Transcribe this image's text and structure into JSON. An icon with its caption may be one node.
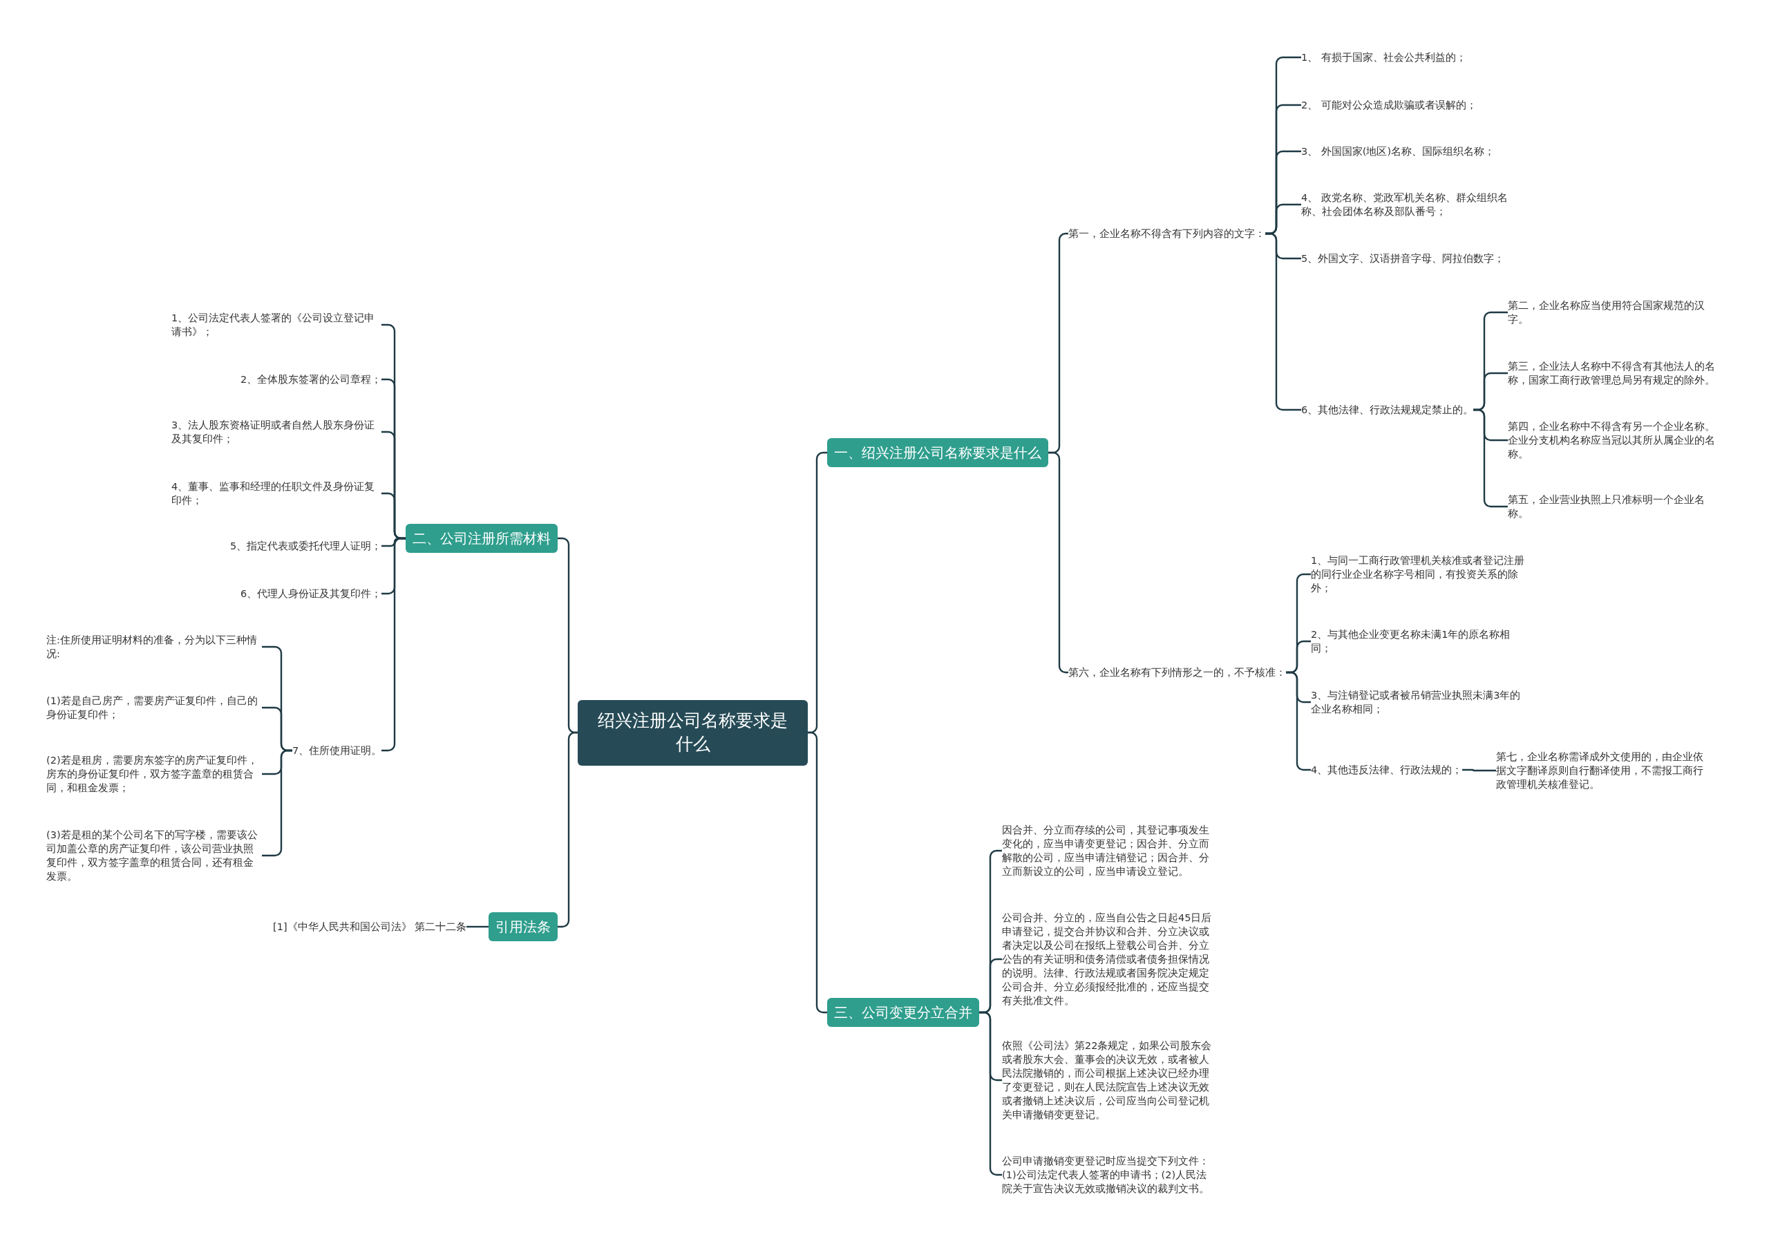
{
  "diagram": {
    "nodes": [
      {
        "text": [
          "绍兴注册公司名称要求是什么"
        ]
      },
      {
        "text": [
          "一、绍兴注册公司名称要求是什么"
        ]
      },
      {
        "text": [
          "第一，企业名称不得含有下列内容的文字："
        ]
      },
      {
        "text": [
          "1、 有损于国家、社会公共利益的；"
        ]
      },
      {
        "text": [
          "2、 可能对公众造成欺骗或者误解的；"
        ]
      },
      {
        "text": [
          "3、 外国国家(地区)名称、国际组织名称；"
        ]
      },
      {
        "text": [
          "4、 政党名称、党政军机关名称、群众组织名称、社会团体名称及部队番号；"
        ]
      },
      {
        "text": [
          "5、外国文字、汉语拼音字母、阿拉伯数字；"
        ]
      },
      {
        "text": [
          "6、其他法律、行政法规规定禁止的。"
        ]
      },
      {
        "text": [
          "第二，企业名称应当使用符合国家规范的汉字。"
        ]
      },
      {
        "text": [
          "第三，企业法人名称中不得含有其他法人的名称，国家工商行政管理总局另有规定的除外。"
        ]
      },
      {
        "text": [
          "第四，企业名称中不得含有另一个企业名称。企业分支机构名称应当冠以其所从属企业的名称。"
        ]
      },
      {
        "text": [
          "第五，企业营业执照上只准标明一个企业名称。"
        ]
      },
      {
        "text": [
          "第六，企业名称有下列情形之一的，不予核准："
        ]
      },
      {
        "text": [
          "1、与同一工商行政管理机关核准或者登记注册的同行业企业名称字号相同，有投资关系的除外；"
        ]
      },
      {
        "text": [
          "2、与其他企业变更名称未满1年的原名称相同；"
        ]
      },
      {
        "text": [
          "3、与注销登记或者被吊销营业执照未满3年的企业名称相同；"
        ]
      },
      {
        "text": [
          "4、其他违反法律、行政法规的；"
        ]
      },
      {
        "text": [
          "第七，企业名称需译成外文使用的，由企业依据文字翻译原则自行翻译使用，不需报工商行政管理机关核准登记。"
        ]
      },
      {
        "text": [
          "三、公司变更分立合并"
        ]
      },
      {
        "text": [
          "因合并、分立而存续的公司，其登记事项发生变化的，应当申请变更登记；因合并、分立而解散的公司，应当申请注销登记；因合并、分立而新设立的公司，应当申请设立登记。"
        ]
      },
      {
        "text": [
          "公司合并、分立的，应当自公告之日起45日后申请登记，提交合并协议和合并、分立决议或者决定以及公司在报纸上登载公司合并、分立公告的有关证明和债务清偿或者债务担保情况的说明。法律、行政法规或者国务院决定规定公司合并、分立必须报经批准的，还应当提交有关批准文件。"
        ]
      },
      {
        "text": [
          "依照《公司法》第22条规定，如果公司股东会或者股东大会、董事会的决议无效，或者被人民法院撤销的，而公司根据上述决议已经办理了变更登记，则在人民法院宣告上述决议无效或者撤销上述决议后，公司应当向公司登记机关申请撤销变更登记。"
        ]
      },
      {
        "text": [
          "公司申请撤销变更登记时应当提交下列文件：(1)公司法定代表人签署的申请书；(2)人民法院关于宣告决议无效或撤销决议的裁判文书。"
        ]
      },
      {
        "text": [
          "二、公司注册所需材料"
        ]
      },
      {
        "text": [
          "1、公司法定代表人签署的《公司设立登记申请书》；"
        ]
      },
      {
        "text": [
          "2、全体股东签署的公司章程；"
        ]
      },
      {
        "text": [
          "3、法人股东资格证明或者自然人股东身份证及其复印件；"
        ]
      },
      {
        "text": [
          "4、董事、监事和经理的任职文件及身份证复印件；"
        ]
      },
      {
        "text": [
          "5、指定代表或委托代理人证明；"
        ]
      },
      {
        "text": [
          "6、代理人身份证及其复印件；"
        ]
      },
      {
        "text": [
          "7、住所使用证明。"
        ]
      },
      {
        "text": [
          "注:住所使用证明材料的准备，分为以下三种情况:"
        ]
      },
      {
        "text": [
          "(1)若是自己房产，需要房产证复印件，自己的身份证复印件；"
        ]
      },
      {
        "text": [
          "(2)若是租房，需要房东签字的房产证复印件，房东的身份证复印件，双方签字盖章的租赁合同，和租金发票；"
        ]
      },
      {
        "text": [
          "(3)若是租的某个公司名下的写字楼，需要该公司加盖公章的房产证复印件，该公司营业执照复印件，双方签字盖章的租赁合同，还有租金发票。"
        ]
      },
      {
        "text": [
          "引用法条"
        ]
      },
      {
        "text": [
          "[1]《中华人民共和国公司法》 第二十二条"
        ]
      }
    ],
    "edges": [
      {
        "from": 0,
        "to": 1,
        "arrow": "none"
      },
      {
        "from": 1,
        "to": 2,
        "arrow": "none"
      },
      {
        "from": 2,
        "to": 3,
        "arrow": "none"
      },
      {
        "from": 2,
        "to": 4,
        "arrow": "none"
      },
      {
        "from": 2,
        "to": 5,
        "arrow": "none"
      },
      {
        "from": 2,
        "to": 6,
        "arrow": "none"
      },
      {
        "from": 2,
        "to": 7,
        "arrow": "none"
      },
      {
        "from": 2,
        "to": 8,
        "arrow": "none"
      },
      {
        "from": 8,
        "to": 9,
        "arrow": "none"
      },
      {
        "from": 8,
        "to": 10,
        "arrow": "none"
      },
      {
        "from": 8,
        "to": 11,
        "arrow": "none"
      },
      {
        "from": 8,
        "to": 12,
        "arrow": "none"
      },
      {
        "from": 1,
        "to": 13,
        "arrow": "none"
      },
      {
        "from": 13,
        "to": 14,
        "arrow": "none"
      },
      {
        "from": 13,
        "to": 15,
        "arrow": "none"
      },
      {
        "from": 13,
        "to": 16,
        "arrow": "none"
      },
      {
        "from": 13,
        "to": 17,
        "arrow": "none"
      },
      {
        "from": 17,
        "to": 18,
        "arrow": "none"
      },
      {
        "from": 0,
        "to": 19,
        "arrow": "none"
      },
      {
        "from": 19,
        "to": 20,
        "arrow": "none"
      },
      {
        "from": 19,
        "to": 21,
        "arrow": "none"
      },
      {
        "from": 19,
        "to": 22,
        "arrow": "none"
      },
      {
        "from": 19,
        "to": 23,
        "arrow": "none"
      },
      {
        "from": 0,
        "to": 24,
        "arrow": "none"
      },
      {
        "from": 24,
        "to": 25,
        "arrow": "none"
      },
      {
        "from": 24,
        "to": 26,
        "arrow": "none"
      },
      {
        "from": 24,
        "to": 27,
        "arrow": "none"
      },
      {
        "from": 24,
        "to": 28,
        "arrow": "none"
      },
      {
        "from": 24,
        "to": 29,
        "arrow": "none"
      },
      {
        "from": 24,
        "to": 30,
        "arrow": "none"
      },
      {
        "from": 24,
        "to": 31,
        "arrow": "none"
      },
      {
        "from": 31,
        "to": 32,
        "arrow": "none"
      },
      {
        "from": 31,
        "to": 33,
        "arrow": "none"
      },
      {
        "from": 31,
        "to": 34,
        "arrow": "none"
      },
      {
        "from": 31,
        "to": 35,
        "arrow": "none"
      },
      {
        "from": 0,
        "to": 36,
        "arrow": "none"
      },
      {
        "from": 36,
        "to": 37,
        "arrow": "none"
      }
    ]
  }
}
